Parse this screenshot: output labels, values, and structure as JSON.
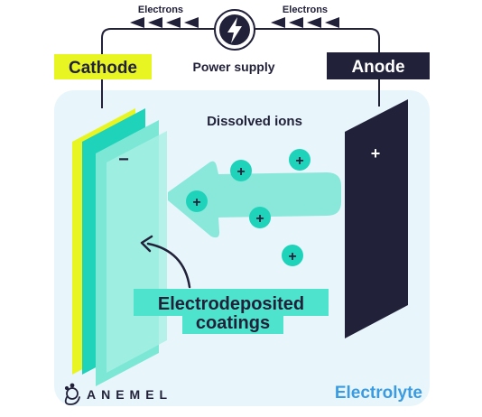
{
  "labels": {
    "electrons_left": "Electrons",
    "electrons_right": "Electrons",
    "power_supply": "Power supply",
    "cathode": "Cathode",
    "anode": "Anode",
    "dissolved_ions": "Dissolved ions",
    "cathode_sign": "−",
    "anode_sign": "+",
    "coatings_line1": "Electrodeposited",
    "coatings_line2": "coatings",
    "electrolyte": "Electrolyte",
    "logo_text": "ANEMEL"
  },
  "ions": [
    "+",
    "+",
    "+",
    "+",
    "+"
  ],
  "colors": {
    "navy": "#22213a",
    "teal": "#1fd3ba",
    "teal_light": "#7de7d6",
    "yellow": "#e8f523",
    "electrolyte_bg": "#e8f6fb",
    "electrolyte_text": "#3a9be0",
    "coating_box": "#4ee3cc"
  },
  "icons": {
    "power": "lightning-bolt-icon",
    "logo": "anemel-logo-icon"
  }
}
